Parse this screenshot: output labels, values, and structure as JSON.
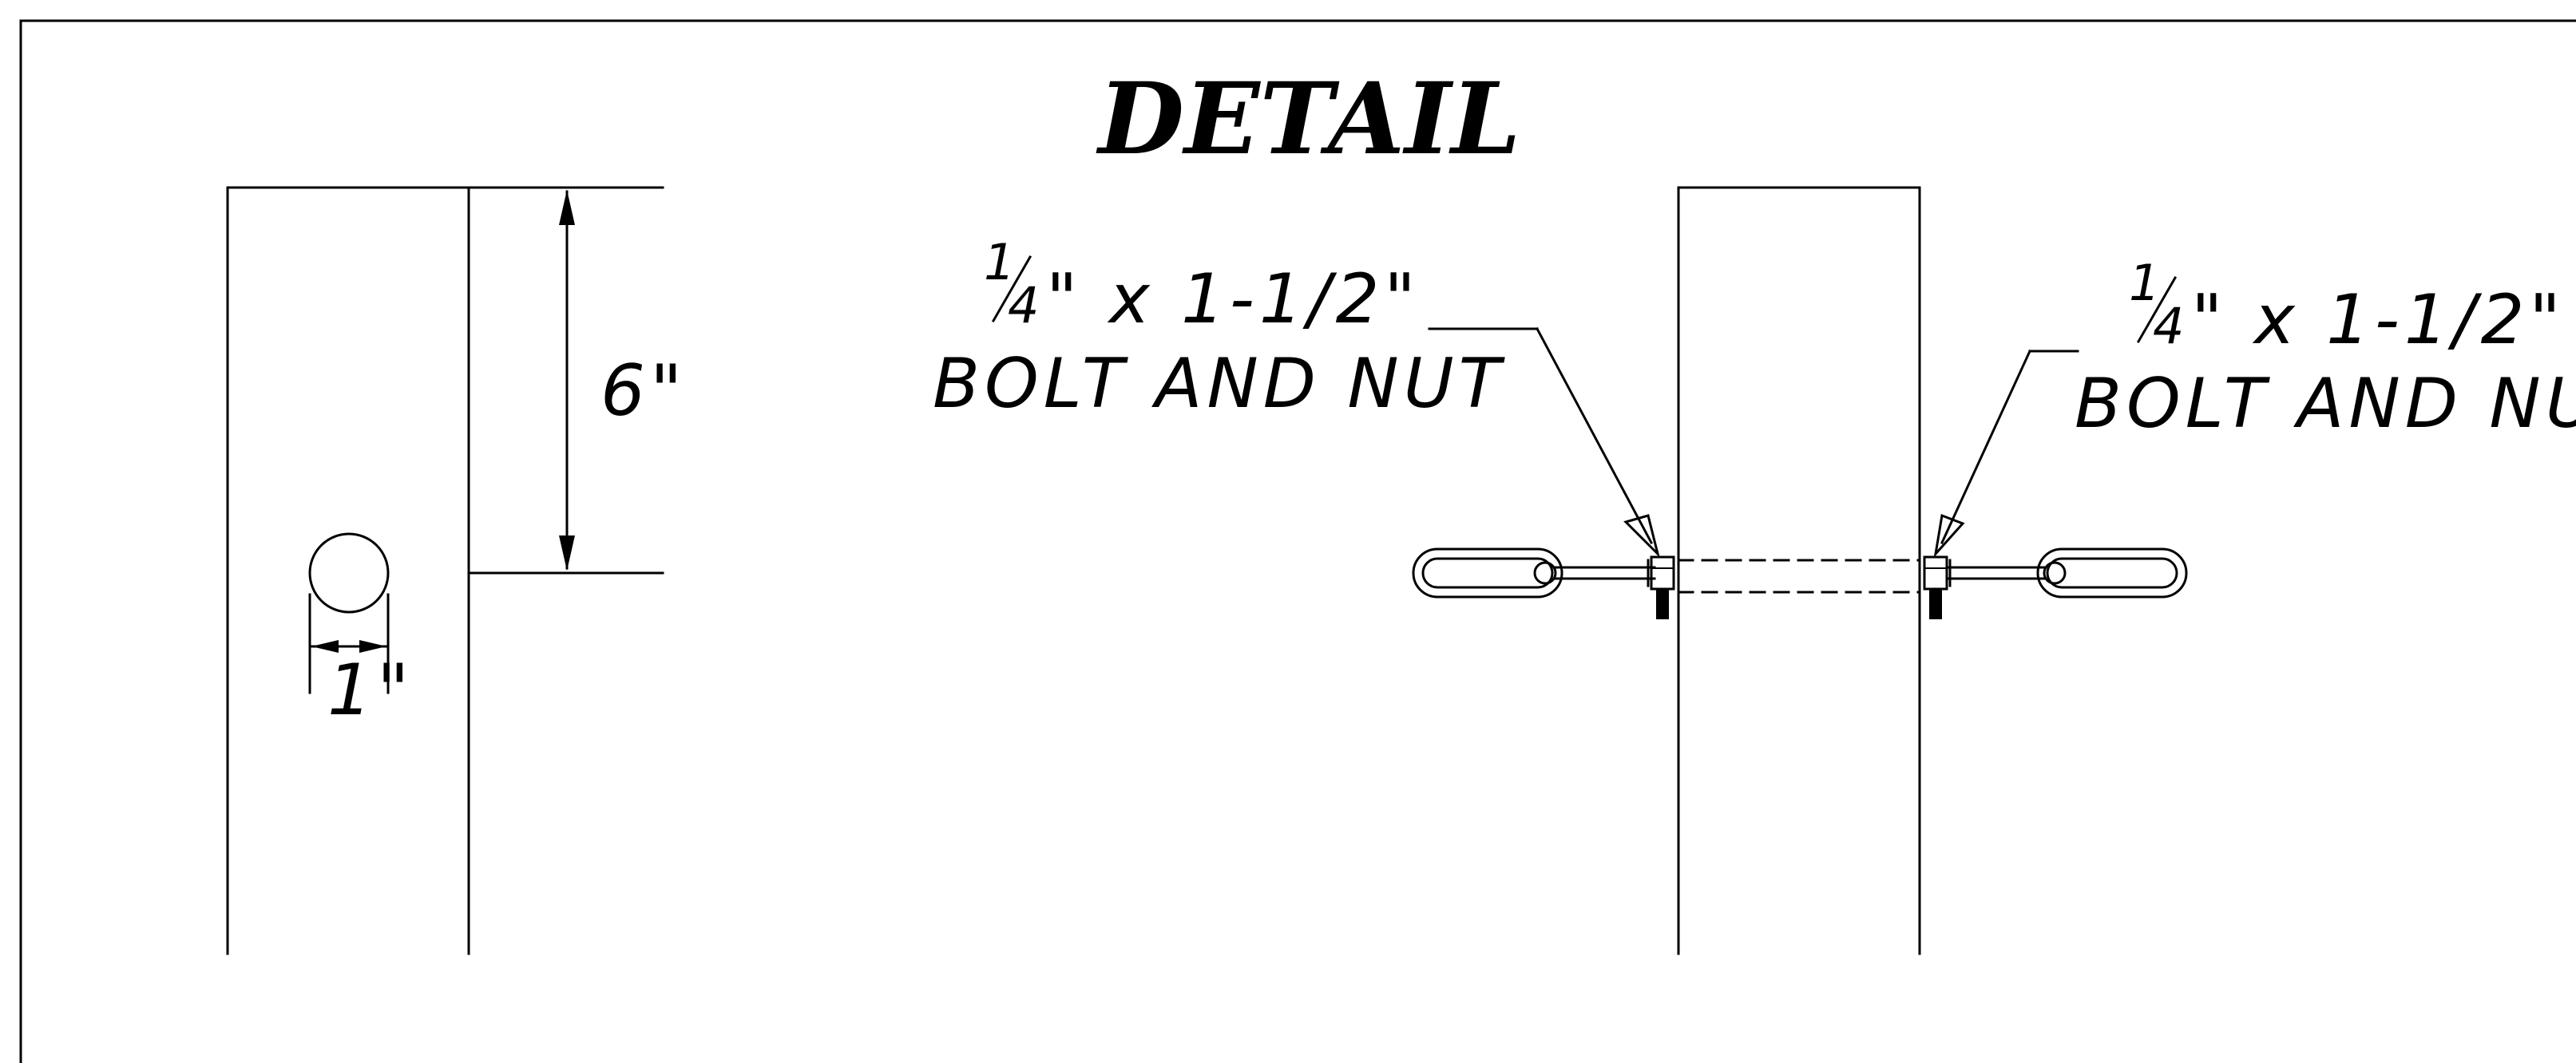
{
  "title": "DETAIL",
  "left_view": {
    "height_dimension": "6\"",
    "hole_diameter": "1\""
  },
  "callouts": {
    "left": {
      "fraction_numerator": "1",
      "fraction_denominator": "4",
      "size_rest": "\" x 1-1/2\"",
      "description": "BOLT AND NUT"
    },
    "right": {
      "fraction_numerator": "1",
      "fraction_denominator": "4",
      "size_rest": "\" x 1-1/2\"",
      "description": "BOLT AND NUT"
    }
  },
  "colors": {
    "ink": "#000000",
    "paper": "#ffffff"
  }
}
